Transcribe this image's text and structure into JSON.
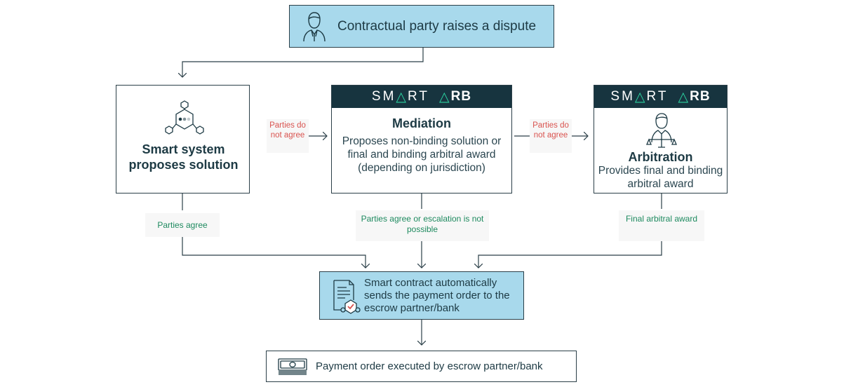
{
  "top": {
    "label": "Contractual party raises a dispute",
    "icon": "person-icon"
  },
  "smart_system": {
    "title": "Smart system proposes solution",
    "icon": "network-hexagon-icon"
  },
  "mediation": {
    "brand_left": "SM",
    "brand_mid": "RT",
    "brand_right": "RB",
    "title": "Mediation",
    "body": "Proposes non-binding solution or final and binding arbitral award (depending on jurisdiction)"
  },
  "arbitration": {
    "brand_left": "SM",
    "brand_mid": "RT",
    "brand_right": "RB",
    "title": "Arbitration",
    "body": "Provides final and binding arbitral award",
    "icon": "judge-icon"
  },
  "labels": {
    "not_agree_1": "Parties do not agree",
    "not_agree_2": "Parties do not agree",
    "parties_agree": "Parties agree",
    "agree_or_escalation": "Parties agree or escalation is not possible",
    "final_award": "Final arbitral award"
  },
  "smart_contract": {
    "label": "Smart contract automatically sends the payment order to the escrow partner/bank",
    "icon": "contract-document-icon"
  },
  "payment": {
    "label": "Payment order executed by escrow partner/bank",
    "icon": "cash-stack-icon"
  },
  "colors": {
    "dark": "#17343f",
    "blue": "#a8d9ec",
    "accent": "#2bd3a0",
    "red": "#d9534f",
    "green": "#1e8a5f"
  }
}
